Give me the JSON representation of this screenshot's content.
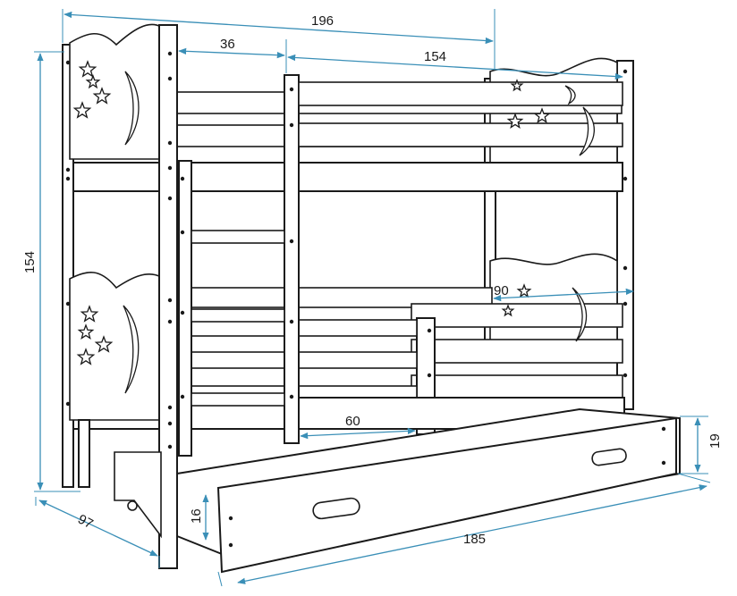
{
  "dimensions": {
    "total_length": "196",
    "ladder_offset": "36",
    "mattress_length": "154",
    "total_height": "154",
    "mattress_width": "90",
    "entry_opening": "60",
    "depth": "97",
    "drawer_front_height": "16",
    "drawer_height": "19",
    "drawer_length": "185"
  },
  "colors": {
    "outline": "#1a1a1a",
    "dimension": "#3a8fb7",
    "background": "#ffffff"
  }
}
